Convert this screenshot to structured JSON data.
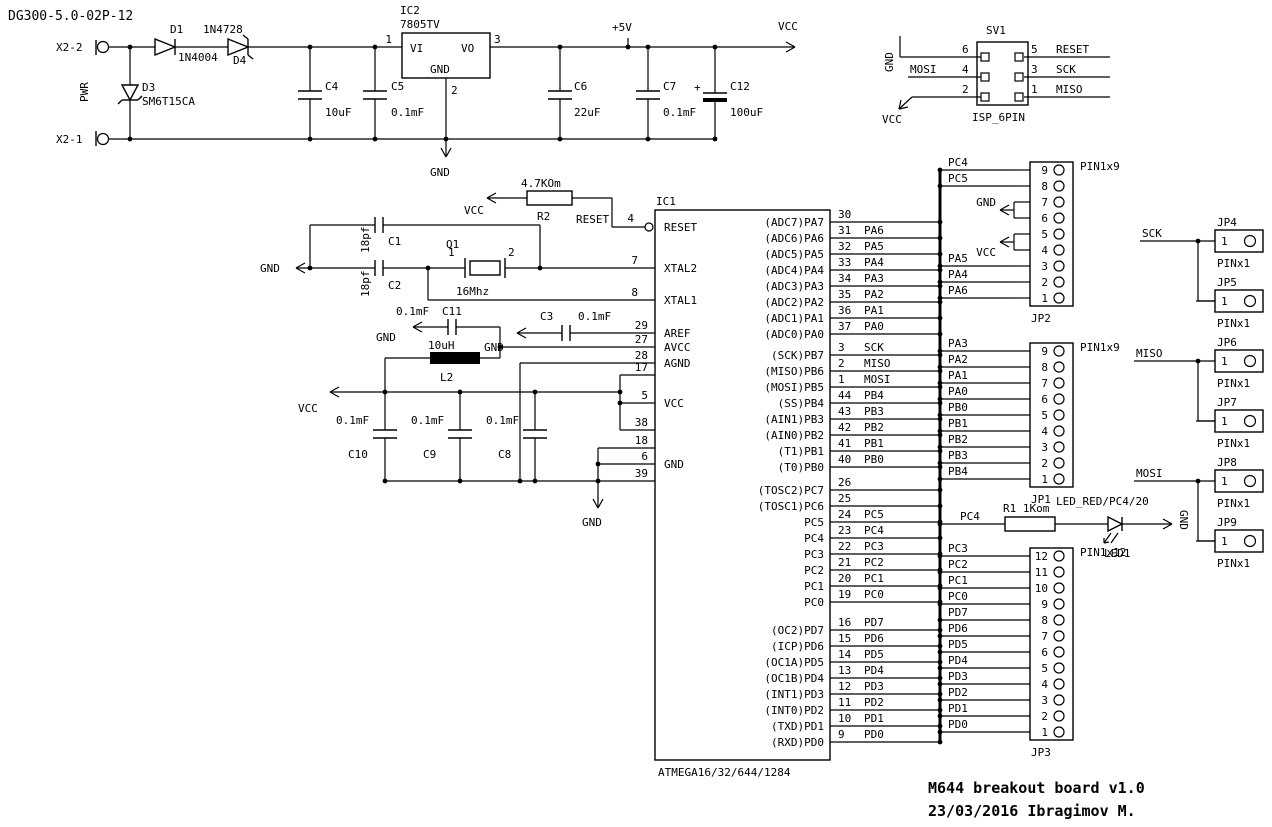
{
  "title": "DG300-5.0-02P-12",
  "footer": {
    "line1": "M644 breakout board v1.0",
    "line2": "23/03/2016 Ibragimov M."
  },
  "power": {
    "x2_top": "X2-2",
    "x2_bottom": "X2-1",
    "group": "PWR",
    "d1_ref": "D1",
    "d1_value": "1N4004",
    "d4_ref": "D4",
    "d4_value": "1N4728",
    "d3_ref": "D3",
    "d3_value": "SM6T15CA",
    "c4_ref": "C4",
    "c4_value": "10uF",
    "c5_ref": "C5",
    "c5_value": "0.1mF",
    "reg_ref": "IC2",
    "reg_value": "7805TV",
    "reg_in": "VI",
    "reg_out": "VO",
    "reg_gnd": "GND",
    "reg_pin1": "1",
    "reg_pin2": "2",
    "reg_pin3": "3",
    "c6_ref": "C6",
    "c6_value": "22uF",
    "c7_ref": "C7",
    "c7_value": "0.1mF",
    "c12_plus": "+",
    "c12_ref": "C12",
    "c12_value": "100uF",
    "rail5v": "+5V",
    "vcc": "VCC",
    "gnd": "GND"
  },
  "isp": {
    "ref": "SV1",
    "type": "ISP_6PIN",
    "left_pins": [
      "6",
      "4",
      "2"
    ],
    "right_rows": [
      {
        "pin": "5",
        "net": "RESET"
      },
      {
        "pin": "3",
        "net": "SCK"
      },
      {
        "pin": "1",
        "net": "MISO"
      }
    ],
    "gnd": "GND",
    "mosi": "MOSI",
    "vcc": "VCC"
  },
  "reset_net": {
    "vcc": "VCC",
    "r2_value": "4.7KOm",
    "r2_ref": "R2",
    "label": "RESET"
  },
  "xtal": {
    "gnd": "GND",
    "c1_value": "18pf",
    "c1_ref": "C1",
    "c2_value": "18pf",
    "c2_ref": "C2",
    "q1_ref": "Q1",
    "q1_value": "16Mhz",
    "q1_pin1": "1",
    "q1_pin2": "2"
  },
  "analog": {
    "c3_ref": "C3",
    "c3_value": "0.1mF",
    "c3_gnd": "GND",
    "c11_value": "0.1mF",
    "c11_ref": "C11",
    "c11_gnd": "GND",
    "l2_value": "10uH",
    "l2_ref": "L2"
  },
  "decoupling": {
    "vcc": "VCC",
    "gnd": "GND",
    "caps": [
      {
        "value": "0.1mF",
        "ref": "C10"
      },
      {
        "value": "0.1mF",
        "ref": "C9"
      },
      {
        "value": "0.1mF",
        "ref": "C8"
      }
    ]
  },
  "ic1": {
    "ref": "IC1",
    "part": "ATMEGA16/32/644/1284",
    "reset": {
      "pin": "4",
      "label": "RESET"
    },
    "xtal2": {
      "pin": "7",
      "label": "XTAL2"
    },
    "xtal1": {
      "pin": "8",
      "label": "XTAL1"
    },
    "aref": {
      "pin": "29",
      "label": "AREF"
    },
    "avcc": {
      "pin": "27",
      "label": "AVCC"
    },
    "agnd": {
      "pin": "28",
      "label": "AGND"
    },
    "vcc_label": "VCC",
    "vcc_pins": [
      "17",
      "5",
      "38"
    ],
    "gnd_label": "GND",
    "gnd_pins": [
      "18",
      "6",
      "39"
    ],
    "porta": [
      {
        "pin": "30",
        "label": "(ADC7)PA7",
        "net": ""
      },
      {
        "pin": "31",
        "label": "(ADC6)PA6",
        "net": "PA6"
      },
      {
        "pin": "32",
        "label": "(ADC5)PA5",
        "net": "PA5"
      },
      {
        "pin": "33",
        "label": "(ADC4)PA4",
        "net": "PA4"
      },
      {
        "pin": "34",
        "label": "(ADC3)PA3",
        "net": "PA3"
      },
      {
        "pin": "35",
        "label": "(ADC2)PA2",
        "net": "PA2"
      },
      {
        "pin": "36",
        "label": "(ADC1)PA1",
        "net": "PA1"
      },
      {
        "pin": "37",
        "label": "(ADC0)PA0",
        "net": "PA0"
      }
    ],
    "portb": [
      {
        "pin": "3",
        "label": "(SCK)PB7",
        "net": "SCK"
      },
      {
        "pin": "2",
        "label": "(MISO)PB6",
        "net": "MISO"
      },
      {
        "pin": "1",
        "label": "(MOSI)PB5",
        "net": "MOSI"
      },
      {
        "pin": "44",
        "label": "(SS)PB4",
        "net": "PB4"
      },
      {
        "pin": "43",
        "label": "(AIN1)PB3",
        "net": "PB3"
      },
      {
        "pin": "42",
        "label": "(AIN0)PB2",
        "net": "PB2"
      },
      {
        "pin": "41",
        "label": "(T1)PB1",
        "net": "PB1"
      },
      {
        "pin": "40",
        "label": "(T0)PB0",
        "net": "PB0"
      }
    ],
    "portc": [
      {
        "pin": "26",
        "label": "(TOSC2)PC7",
        "net": ""
      },
      {
        "pin": "25",
        "label": "(TOSC1)PC6",
        "net": ""
      },
      {
        "pin": "24",
        "label": "PC5",
        "net": "PC5"
      },
      {
        "pin": "23",
        "label": "PC4",
        "net": "PC4"
      },
      {
        "pin": "22",
        "label": "PC3",
        "net": "PC3"
      },
      {
        "pin": "21",
        "label": "PC2",
        "net": "PC2"
      },
      {
        "pin": "20",
        "label": "PC1",
        "net": "PC1"
      },
      {
        "pin": "19",
        "label": "PC0",
        "net": "PC0"
      }
    ],
    "portd": [
      {
        "pin": "16",
        "label": "(OC2)PD7",
        "net": "PD7"
      },
      {
        "pin": "15",
        "label": "(ICP)PD6",
        "net": "PD6"
      },
      {
        "pin": "14",
        "label": "(OC1A)PD5",
        "net": "PD5"
      },
      {
        "pin": "13",
        "label": "(OC1B)PD4",
        "net": "PD4"
      },
      {
        "pin": "12",
        "label": "(INT1)PD3",
        "net": "PD3"
      },
      {
        "pin": "11",
        "label": "(INT0)PD2",
        "net": "PD2"
      },
      {
        "pin": "10",
        "label": "(TXD)PD1",
        "net": "PD1"
      },
      {
        "pin": "9",
        "label": "(RXD)PD0",
        "net": "PD0"
      }
    ]
  },
  "led": {
    "net": "PC4",
    "r1_label": "R1 1Kom",
    "title": "LED_RED/PC4/20",
    "ref": "LED1",
    "gnd": "GND"
  },
  "jp2": {
    "ref": "JP2",
    "type": "PIN1x9",
    "gnd": "GND",
    "vcc": "VCC",
    "rows": [
      {
        "net": "PC4",
        "pin": "9"
      },
      {
        "net": "PC5",
        "pin": "8"
      },
      {
        "net": "",
        "pin": "7"
      },
      {
        "net": "",
        "pin": "6"
      },
      {
        "net": "",
        "pin": "5"
      },
      {
        "net": "",
        "pin": "4"
      },
      {
        "net": "PA5",
        "pin": "3"
      },
      {
        "net": "PA4",
        "pin": "2"
      },
      {
        "net": "PA6",
        "pin": "1"
      }
    ]
  },
  "jp1": {
    "ref": "JP1",
    "type": "PIN1x9",
    "rows": [
      {
        "net": "PA3",
        "pin": "9"
      },
      {
        "net": "PA2",
        "pin": "8"
      },
      {
        "net": "PA1",
        "pin": "7"
      },
      {
        "net": "PA0",
        "pin": "6"
      },
      {
        "net": "PB0",
        "pin": "5"
      },
      {
        "net": "PB1",
        "pin": "4"
      },
      {
        "net": "PB2",
        "pin": "3"
      },
      {
        "net": "PB3",
        "pin": "2"
      },
      {
        "net": "PB4",
        "pin": "1"
      }
    ]
  },
  "jp3": {
    "ref": "JP3",
    "type": "PIN1x12",
    "rows": [
      {
        "net": "PC3",
        "pin": "12"
      },
      {
        "net": "PC2",
        "pin": "11"
      },
      {
        "net": "PC1",
        "pin": "10"
      },
      {
        "net": "PC0",
        "pin": "9"
      },
      {
        "net": "PD7",
        "pin": "8"
      },
      {
        "net": "PD6",
        "pin": "7"
      },
      {
        "net": "PD5",
        "pin": "6"
      },
      {
        "net": "PD4",
        "pin": "5"
      },
      {
        "net": "PD3",
        "pin": "4"
      },
      {
        "net": "PD2",
        "pin": "3"
      },
      {
        "net": "PD1",
        "pin": "2"
      },
      {
        "net": "PD0",
        "pin": "1"
      }
    ]
  },
  "jumpers": {
    "sck": "SCK",
    "miso": "MISO",
    "mosi": "MOSI",
    "items": [
      {
        "name": "JP4",
        "pin": "1",
        "type": "PINx1"
      },
      {
        "name": "JP5",
        "pin": "1",
        "type": "PINx1"
      },
      {
        "name": "JP6",
        "pin": "1",
        "type": "PINx1"
      },
      {
        "name": "JP7",
        "pin": "1",
        "type": "PINx1"
      },
      {
        "name": "JP8",
        "pin": "1",
        "type": "PINx1"
      },
      {
        "name": "JP9",
        "pin": "1",
        "type": "PINx1"
      }
    ]
  }
}
